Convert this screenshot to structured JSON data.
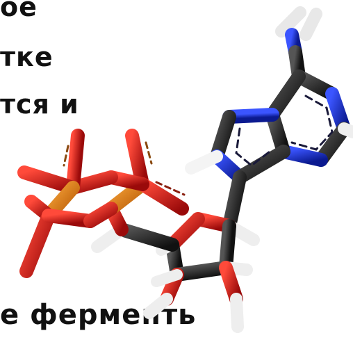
{
  "slide": {
    "text_lines": [
      "ое",
      "тке",
      "тся и",
      "е ферменть"
    ]
  },
  "image": {
    "subject": "atp-molecule-model",
    "colors": {
      "phosphorus": "#e07a10",
      "oxygen": "#d21c1c",
      "carbon": "#2b2b2b",
      "nitrogen": "#1b2fd6",
      "hydrogen": "#f2f2f2"
    }
  }
}
